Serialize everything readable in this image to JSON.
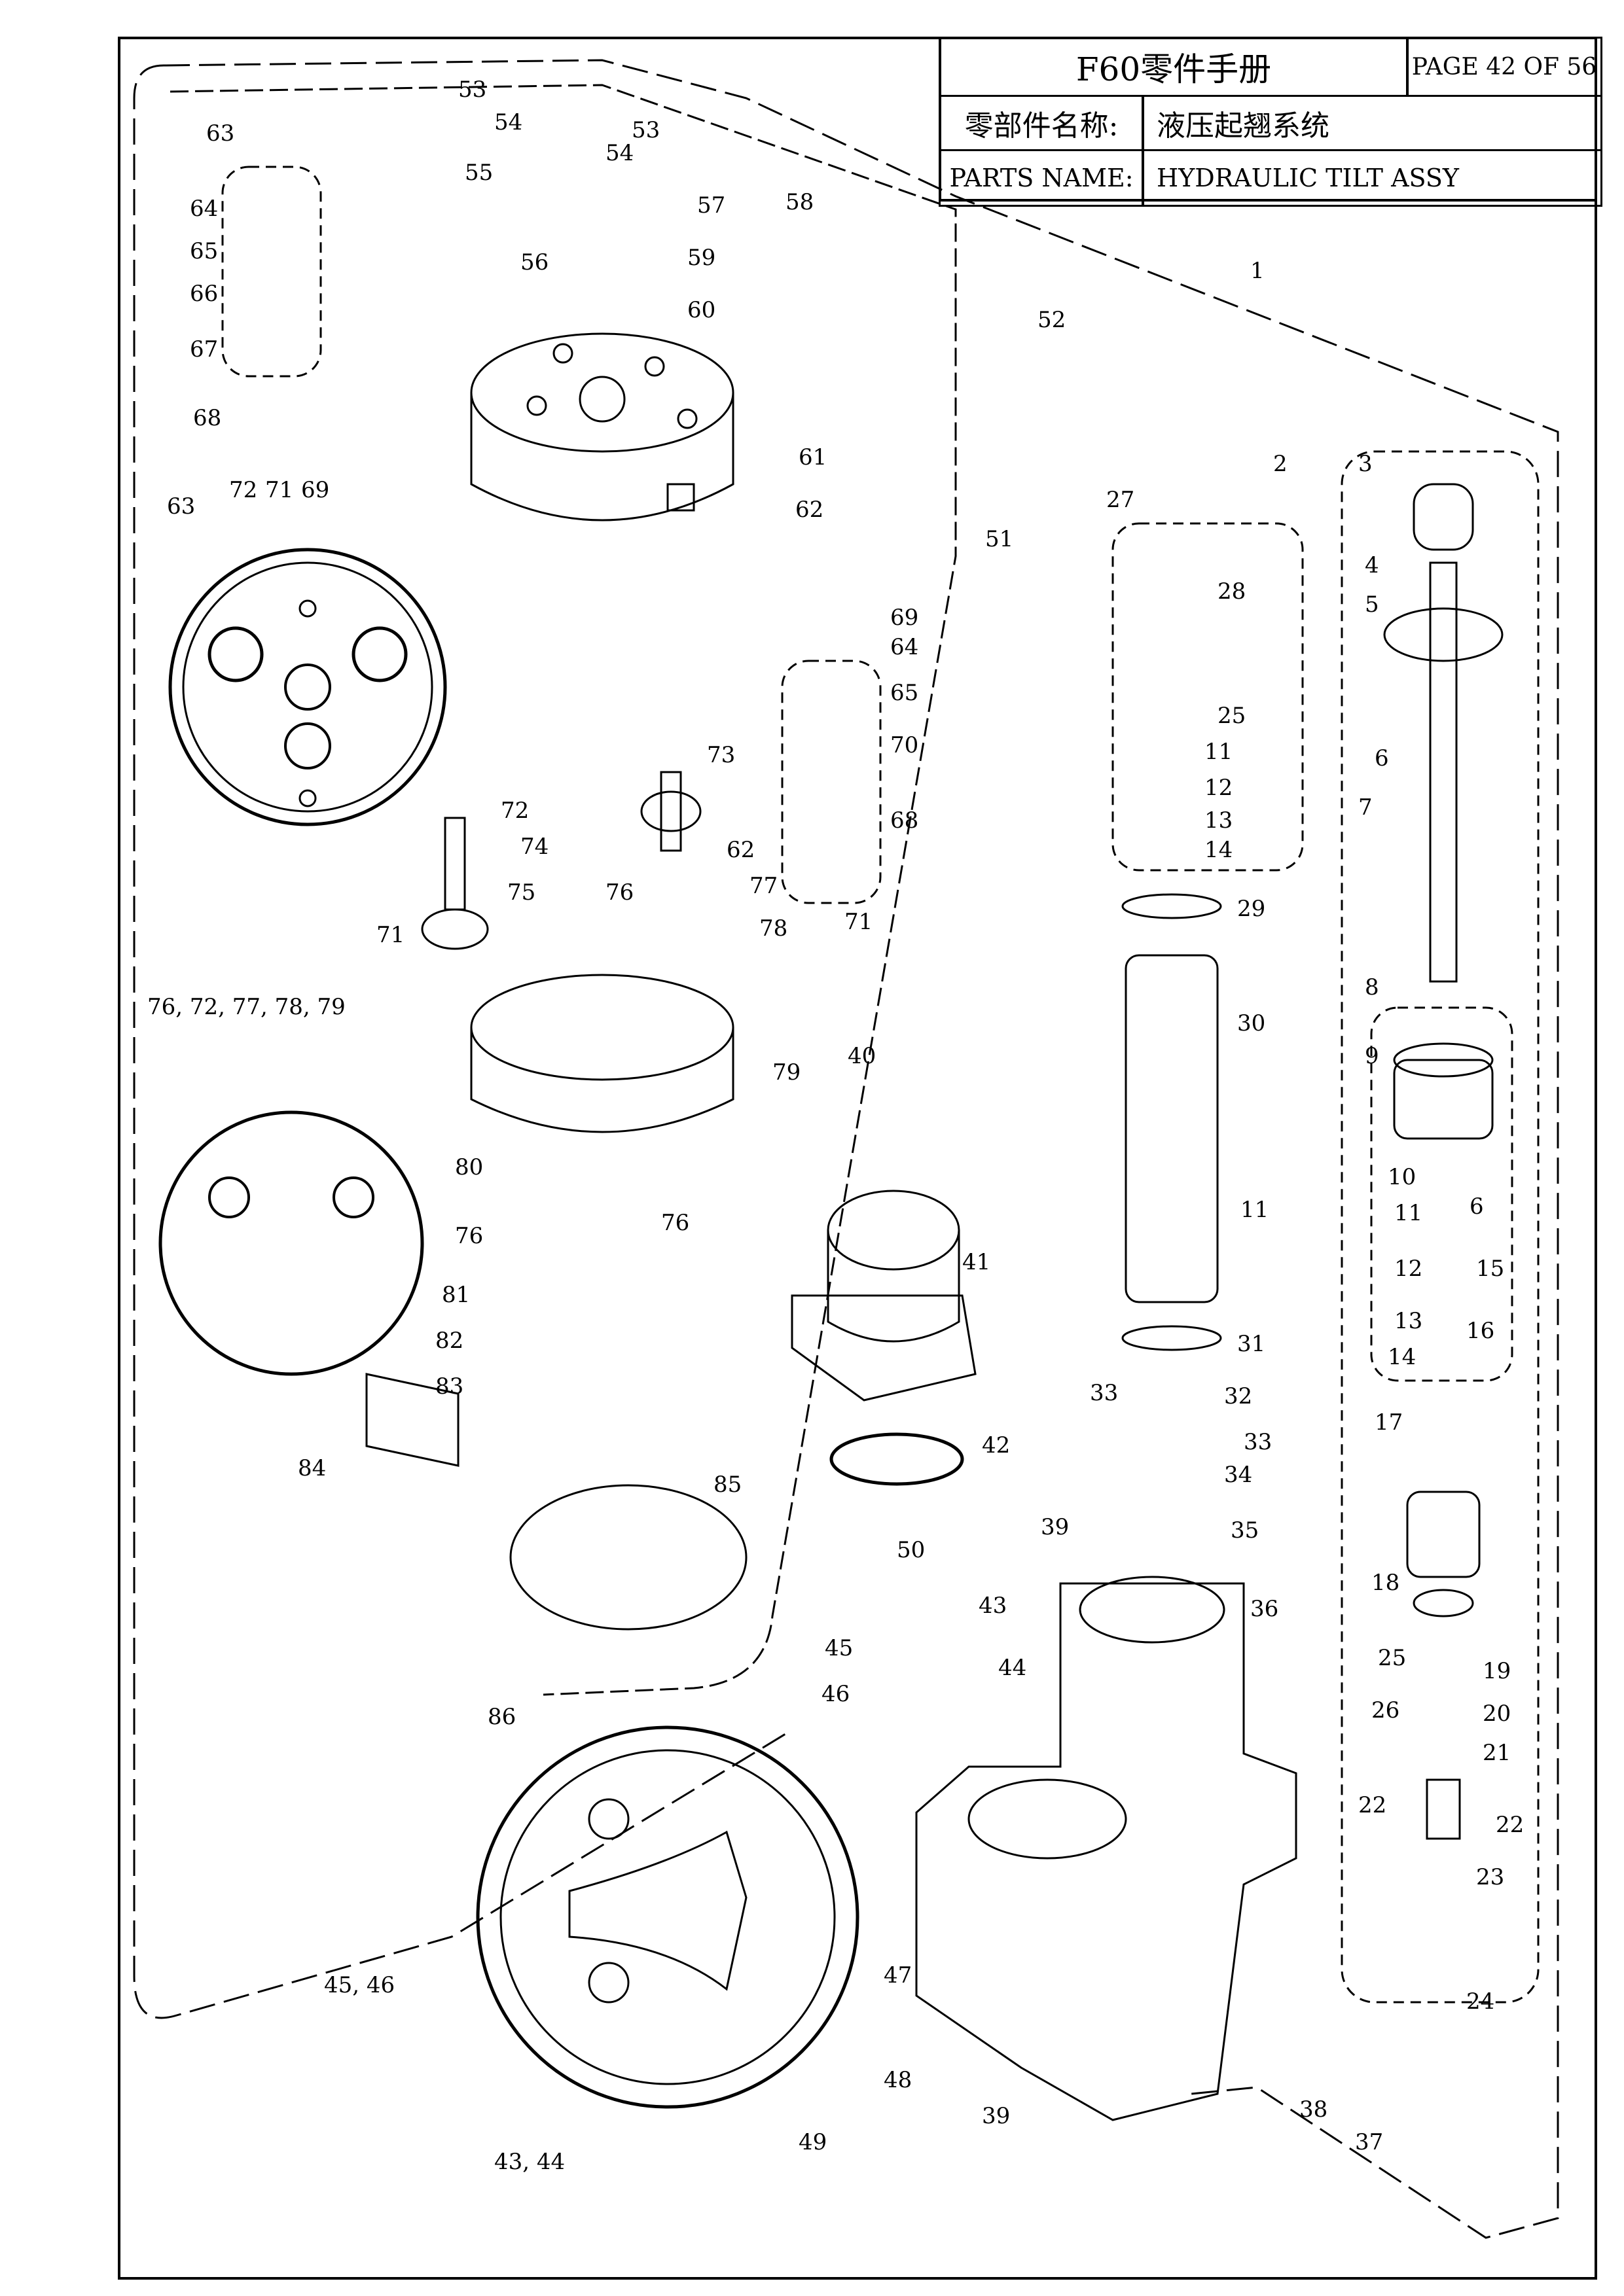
{
  "title_block": {
    "title": "F60零件手册",
    "page": "PAGE 42 OF 56",
    "name_label_cn": "零部件名称:",
    "name_value_cn": "液压起翘系统",
    "name_label_en": "PARTS NAME:",
    "name_value_en": "HYDRAULIC TILT ASSY"
  },
  "callouts": [
    "53",
    "54",
    "55",
    "56",
    "53",
    "54",
    "57",
    "58",
    "59",
    "60",
    "63",
    "64",
    "65",
    "66",
    "67",
    "68",
    "52",
    "1",
    "61",
    "62",
    "2",
    "3",
    "63",
    "72",
    "71",
    "69",
    "27",
    "4",
    "28",
    "5",
    "51",
    "25",
    "6",
    "69",
    "64",
    "11",
    "65",
    "7",
    "12",
    "70",
    "73",
    "13",
    "72",
    "68",
    "14",
    "74",
    "62",
    "77",
    "75",
    "76",
    "71",
    "29",
    "78",
    "71",
    "76, 72, 77, 78, 79",
    "30",
    "8",
    "40",
    "79",
    "9",
    "80",
    "10",
    "6",
    "76",
    "11",
    "11",
    "76",
    "15",
    "81",
    "12",
    "41",
    "13",
    "16",
    "82",
    "31",
    "14",
    "83",
    "33",
    "32",
    "17",
    "33",
    "84",
    "42",
    "34",
    "85",
    "35",
    "39",
    "50",
    "36",
    "18",
    "43",
    "45",
    "25",
    "19",
    "44",
    "46",
    "20",
    "26",
    "86",
    "21",
    "22",
    "22",
    "23",
    "24",
    "47",
    "45, 46",
    "48",
    "38",
    "39",
    "49",
    "37",
    "43, 44"
  ]
}
